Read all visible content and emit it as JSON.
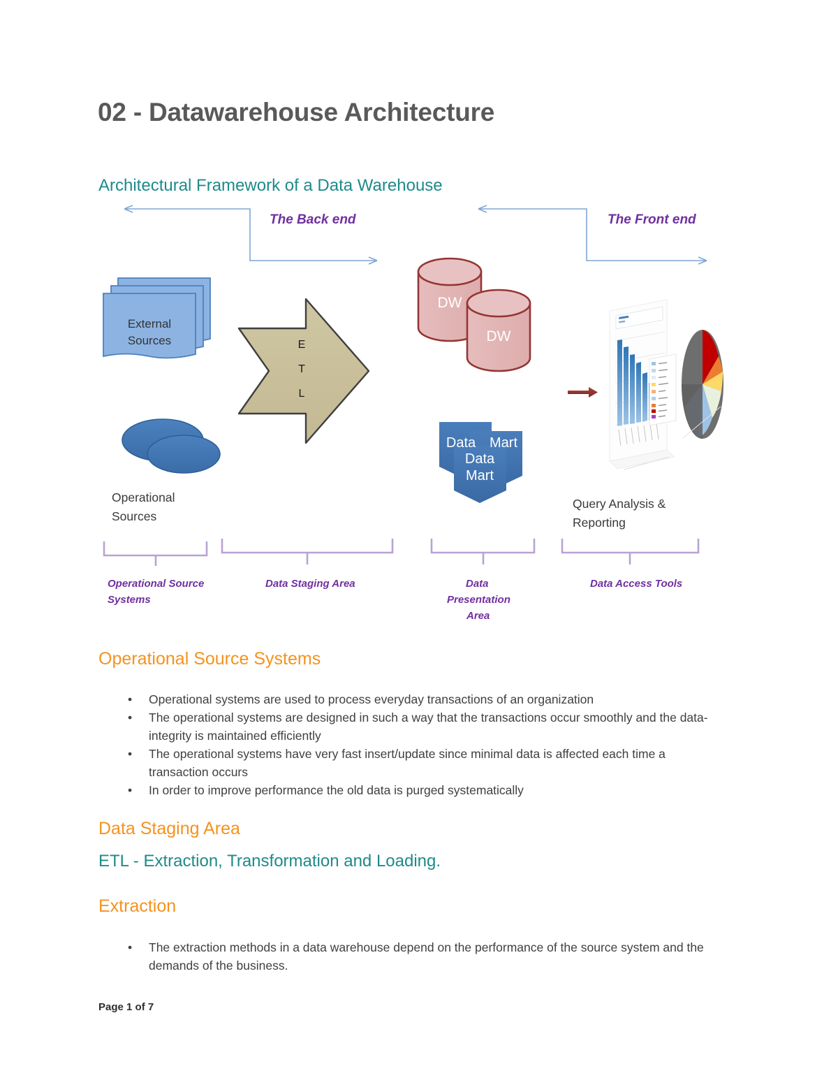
{
  "document": {
    "title": "02 - Datawarehouse Architecture",
    "footer": "Page 1 of 7"
  },
  "diagram": {
    "heading": "Architectural Framework of a Data Warehouse",
    "backend_label": "The Back end",
    "frontend_label": "The Front end",
    "nodes": {
      "external_sources_line1": "External",
      "external_sources_line2": "Sources",
      "etl_e": "E",
      "etl_t": "T",
      "etl_l": "L",
      "dw_1": "DW",
      "dw_2": "DW",
      "datamart_1a": "Data",
      "datamart_1b": "Mart",
      "datamart_2a": "Data",
      "datamart_2b": "Mart",
      "operational_sources_line1": "Operational",
      "operational_sources_line2": "Sources",
      "query_analysis_line1": "Query Analysis &",
      "query_analysis_line2": "Reporting"
    },
    "brace_labels": [
      {
        "line1": "Operational Source",
        "line2": "Systems",
        "line3": "",
        "line4": ""
      },
      {
        "line1": "Data Staging Area",
        "line2": "",
        "line3": "",
        "line4": ""
      },
      {
        "line1": "Data",
        "line2": "Presentation",
        "line3": "Area",
        "line4": ""
      },
      {
        "line1": "Data Access Tools",
        "line2": "",
        "line3": "",
        "line4": ""
      }
    ],
    "colors": {
      "source_blue_fill": "#8CB3E2",
      "source_blue_stroke": "#4F81BD",
      "ellipse_blue": "#3E74B4",
      "etl_fill": "#C9C09A",
      "etl_stroke": "#3F3F3F",
      "dw_fill": "#E2B3B3",
      "dw_stroke": "#943634",
      "datamart_fill": "#3F71AE",
      "brace_purple": "#B9A2D4",
      "arrow_blue": "#6699CC",
      "red_arrow": "#953735",
      "label_purple": "#7030A0"
    }
  },
  "sections": [
    {
      "heading": "Operational Source Systems",
      "heading_color": "orange",
      "bullets": [
        "Operational systems are used to process everyday transactions of an organization",
        "The operational systems are designed in such a way that the transactions occur smoothly and the data-integrity is maintained efficiently",
        "The operational systems have very fast insert/update since minimal data is affected each time a transaction occurs",
        "In order to improve performance the old data is purged systematically"
      ]
    },
    {
      "heading": "Data Staging Area",
      "heading_color": "orange",
      "subheading": "ETL - Extraction, Transformation and Loading.",
      "bullets": []
    },
    {
      "heading": "Extraction",
      "heading_color": "orange",
      "bullets": [
        "The extraction methods in a data warehouse depend on the performance of the source system and the demands of the business."
      ]
    }
  ],
  "bullet_glyph": "•"
}
